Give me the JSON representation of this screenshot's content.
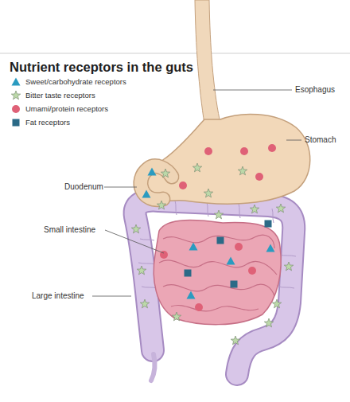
{
  "diagram": {
    "title": "Nutrient receptors in the guts",
    "labels": [
      "Esophagus",
      "Stomach",
      "Duodenum",
      "Small intestine",
      "Large intestine"
    ],
    "legend": [
      {
        "text": "Sweet/carbohydrate receptors"
      },
      {
        "text": "Bitter taste receptors"
      },
      {
        "text": "Umami/protein receptors"
      },
      {
        "text": "Fat receptors"
      }
    ]
  }
}
